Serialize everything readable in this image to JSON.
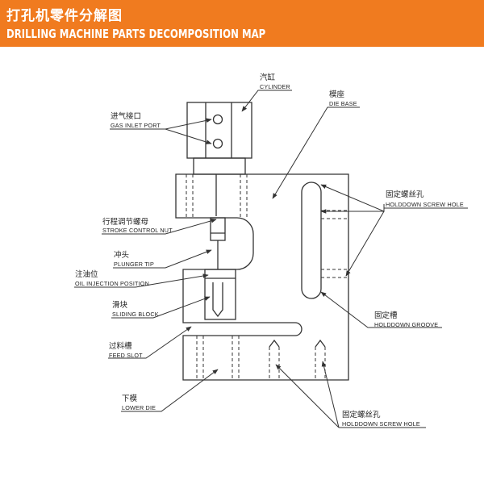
{
  "header": {
    "title_cn": "打孔机零件分解图",
    "title_en": "DRILLING MACHINE PARTS DECOMPOSITION MAP"
  },
  "colors": {
    "header_bg": "#f07b1f",
    "line": "#333333"
  },
  "labels": {
    "cylinder": {
      "cn": "汽缸",
      "en": "CYLINDER"
    },
    "die_base": {
      "cn": "模座",
      "en": "DIE BASE"
    },
    "gas_inlet_port": {
      "cn": "进气接口",
      "en": "GAS INLET PORT"
    },
    "holddown_screw_hole_top": {
      "cn": "固定螺丝孔",
      "en": "HOLDDOWN SCREW HOLE"
    },
    "stroke_control_nut": {
      "cn": "行程调节螺母",
      "en": "STROKE CONTROL NUT"
    },
    "plunger_tip": {
      "cn": "冲头",
      "en": "PLUNGER TIP"
    },
    "oil_injection_position": {
      "cn": "注油位",
      "en": "OIL INJECTION POSITION"
    },
    "holddown_groove": {
      "cn": "固定槽",
      "en": "HOLDDOWN GROOVE"
    },
    "sliding_block": {
      "cn": "滑块",
      "en": "SLIDING BLOCK"
    },
    "feed_slot": {
      "cn": "过料槽",
      "en": "FEED SLOT"
    },
    "lower_die": {
      "cn": "下模",
      "en": "LOWER DIE"
    },
    "holddown_screw_hole_bottom": {
      "cn": "固定螺丝孔",
      "en": "HOLDDOWN SCREW HOLE"
    }
  }
}
